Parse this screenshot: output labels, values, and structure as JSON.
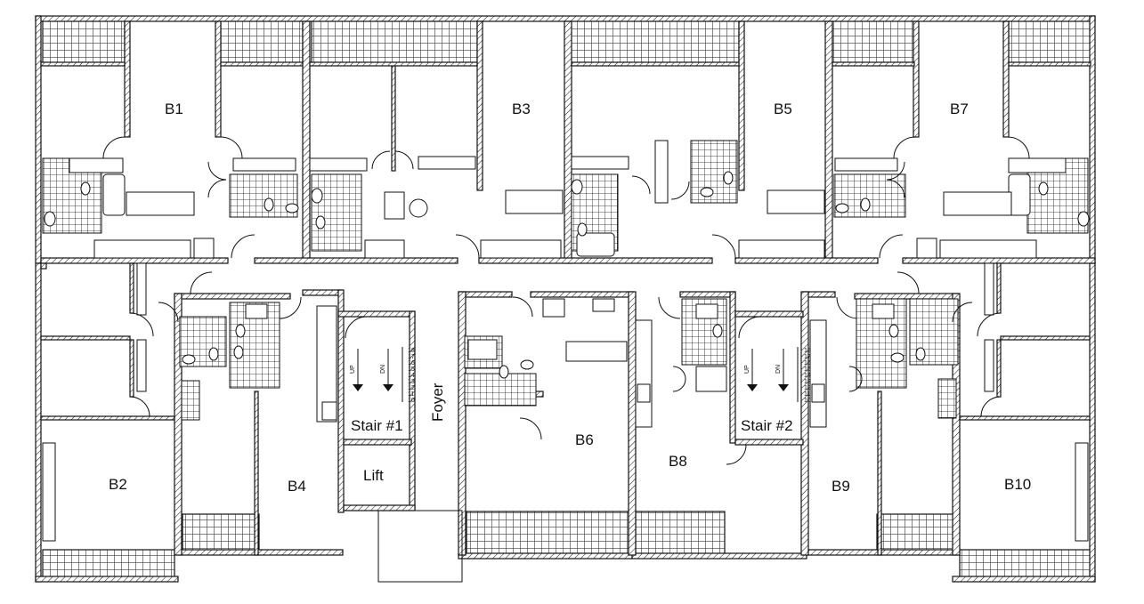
{
  "units": {
    "b1": "B1",
    "b2": "B2",
    "b3": "B3",
    "b4": "B4",
    "b5": "B5",
    "b6": "B6",
    "b7": "B7",
    "b8": "B8",
    "b9": "B9",
    "b10": "B10"
  },
  "spaces": {
    "stair1": "Stair #1",
    "stair2": "Stair #2",
    "lift": "Lift",
    "foyer": "Foyer"
  },
  "stair_marks": {
    "up": "UP",
    "dn": "DN",
    "steps": [
      "18",
      "17",
      "16",
      "15",
      "14",
      "13",
      "12",
      "11",
      "10"
    ]
  }
}
